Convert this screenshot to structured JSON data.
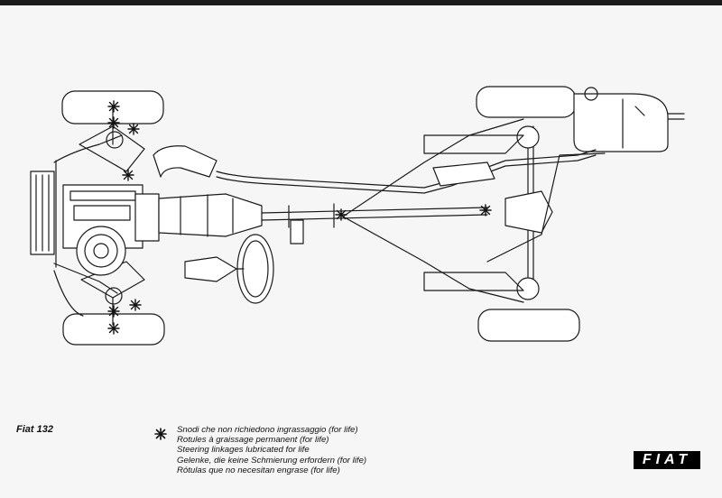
{
  "caption": {
    "model": "Fiat 132",
    "legend_icon": "asterisk-marker-icon",
    "legend_lines": [
      "Snodi che non richiedono ingrassaggio (for life)",
      "Rotules à graissage permanent (for life)",
      "Steering linkages lubricated for life",
      "Gelenke, die keine Schmierung erfordern (for life)",
      "Rótulas que no necesitan engrase (for life)"
    ]
  },
  "logo": {
    "text": "FIAT"
  },
  "colors": {
    "ink": "#1a1a1a",
    "paper": "#f6f6f6",
    "marker": "#111111"
  }
}
